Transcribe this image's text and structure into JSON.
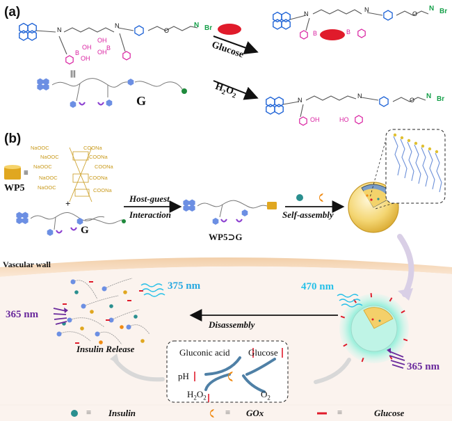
{
  "panel_a": {
    "label": "(a)",
    "boronic_oh": [
      "OH",
      "OH",
      "OH",
      "OH"
    ],
    "boron": [
      "B",
      "B",
      "B",
      "B"
    ],
    "nitrogen": [
      "N",
      "N",
      "N",
      "N",
      "N",
      "N"
    ],
    "ammonium": [
      "N",
      "N",
      "N"
    ],
    "bromide": [
      "Br",
      "Br",
      "Br"
    ],
    "equiv_symbol": "|||",
    "guest_label": "G",
    "glucose_arrow_label": "Glucose",
    "h2o2_label": "H",
    "h2o2_sub1": "2",
    "h2o2_mid": "O",
    "h2o2_sub2": "2",
    "phenol_oh": [
      "OH",
      "HO"
    ],
    "ether_o": [
      "O",
      "O",
      "O"
    ]
  },
  "panel_b": {
    "label": "(b)",
    "host_label": "WP5",
    "host_equiv": "≡",
    "carboxylates": [
      "NaOOC",
      "COONa",
      "NaOOC",
      "COONa",
      "NaOOC",
      "COONa",
      "NaOOC",
      "COONa",
      "NaOOC",
      "COONa"
    ],
    "plus": "+",
    "guest_label": "G",
    "arrow1_line1": "Host-guest",
    "arrow1_line2": "Interaction",
    "complex_label": "WP5⊃G",
    "arrow2_label": "Self-assembly",
    "vascular_wall": "Vascular wall",
    "wl_375": "375 nm",
    "wl_365_left": "365 nm",
    "wl_470": "470 nm",
    "wl_365_right": "365 nm",
    "disassembly": "Disassembly",
    "insulin_release": "Insulin Release",
    "cycle": {
      "gluconic_acid": "Gluconic acid",
      "glucose": "Glucose",
      "ph": "pH",
      "h2o2_h": "H",
      "h2o2_s1": "2",
      "h2o2_o": "O",
      "h2o2_s2": "2",
      "o2_o": "O",
      "o2_s": "2"
    }
  },
  "legend": {
    "equiv": "≡",
    "insulin": "Insulin",
    "gox": "GOx",
    "glucose": "Glucose"
  },
  "colors": {
    "pyrene_blue": "#1e63d6",
    "boron_pink": "#d91fa0",
    "ammonium_green": "#16a04a",
    "glucose_red": "#e01b2b",
    "host_gold": "#e0a720",
    "gox_orange": "#f08a12",
    "wave_cyan": "#27c0e8",
    "uv_purple": "#6a2a9c",
    "wall_tan": "#efc8a2"
  }
}
